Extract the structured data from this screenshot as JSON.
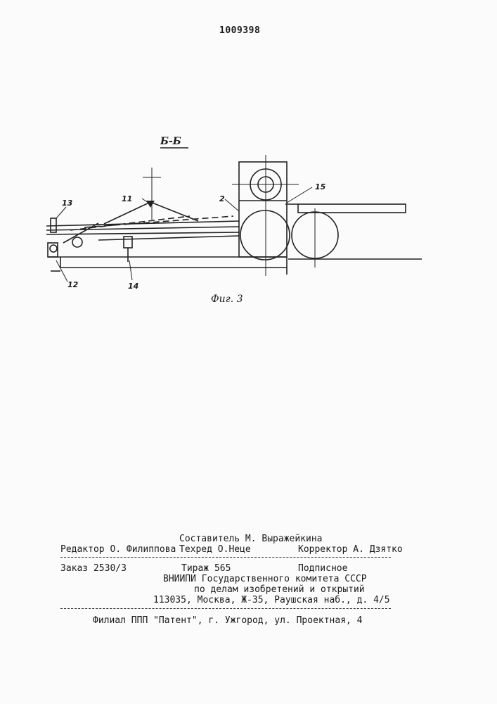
{
  "header": {
    "patent_number": "1009398"
  },
  "drawing": {
    "section_label": "Б-Б",
    "figure_caption": "Фиг. 3",
    "labels": {
      "l13": "13",
      "l11": "11",
      "l2": "2",
      "l15": "15",
      "l12": "12",
      "l14": "14"
    }
  },
  "imprint": {
    "compiler": "Составитель М. Выражейкина",
    "editor": "Редактор О. Филиппова",
    "techred": "Техред О.Неце",
    "corrector": "Корректор А. Дзятко",
    "order": "Заказ 2530/3",
    "circulation": "Тираж 565",
    "subscription": "Подписное",
    "org_line1": "ВНИИПИ Государственного комитета СССР",
    "org_line2": "по делам изобретений и открытий",
    "address": "113035, Москва, Ж-35, Раушская наб., д. 4/5",
    "branch": "Филиал ППП \"Патент\", г. Ужгород, ул. Проектная, 4"
  }
}
